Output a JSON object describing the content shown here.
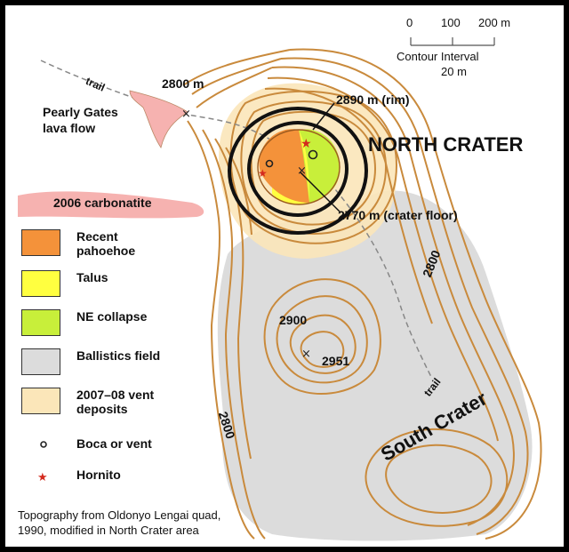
{
  "scale": {
    "ticks": [
      "0",
      "100",
      "200 m"
    ],
    "contour_interval_label": "Contour Interval",
    "contour_interval_value": "20 m"
  },
  "labels": {
    "north_crater": "NORTH CRATER",
    "south_crater": "South Crater",
    "rim": "2890 m (rim)",
    "crater_floor": "2770 m (crater floor)",
    "elev_2800_nw": "2800 m",
    "elev_2800_e": "2800",
    "elev_2800_sw": "2800",
    "elev_2900": "2900",
    "summit": "2951",
    "trail_nw": "trail",
    "trail_se": "trail",
    "pearly_gates_line1": "Pearly Gates",
    "pearly_gates_line2": "lava flow",
    "carbonatite": "2006 carbonatite"
  },
  "legend": [
    {
      "label": "Recent",
      "label2": "pahoehoe",
      "color": "#f4923a"
    },
    {
      "label": "Talus",
      "label2": "",
      "color": "#ffff40"
    },
    {
      "label": "NE collapse",
      "label2": "",
      "color": "#c8ef3a"
    },
    {
      "label": "Ballistics field",
      "label2": "",
      "color": "#dcdcdc"
    },
    {
      "label": "2007–08 vent",
      "label2": "deposits",
      "color": "#fbe6b9"
    }
  ],
  "symbols": {
    "vent": "Boca or vent",
    "hornito": "Hornito",
    "vent_color": "#222222",
    "hornito_color": "#d42a1e"
  },
  "source": {
    "line1": "Topography from Oldonyo Lengai quad,",
    "line2": "1990, modified in North Crater area"
  },
  "colors": {
    "contour": "#c98a3c",
    "ballistics": "#dcdcdc",
    "vent_deposits": "#fbe6b9",
    "pahoehoe": "#f4923a",
    "talus": "#ffff40",
    "ne_collapse": "#c8ef3a",
    "lava_flow": "#f6b2b0"
  }
}
